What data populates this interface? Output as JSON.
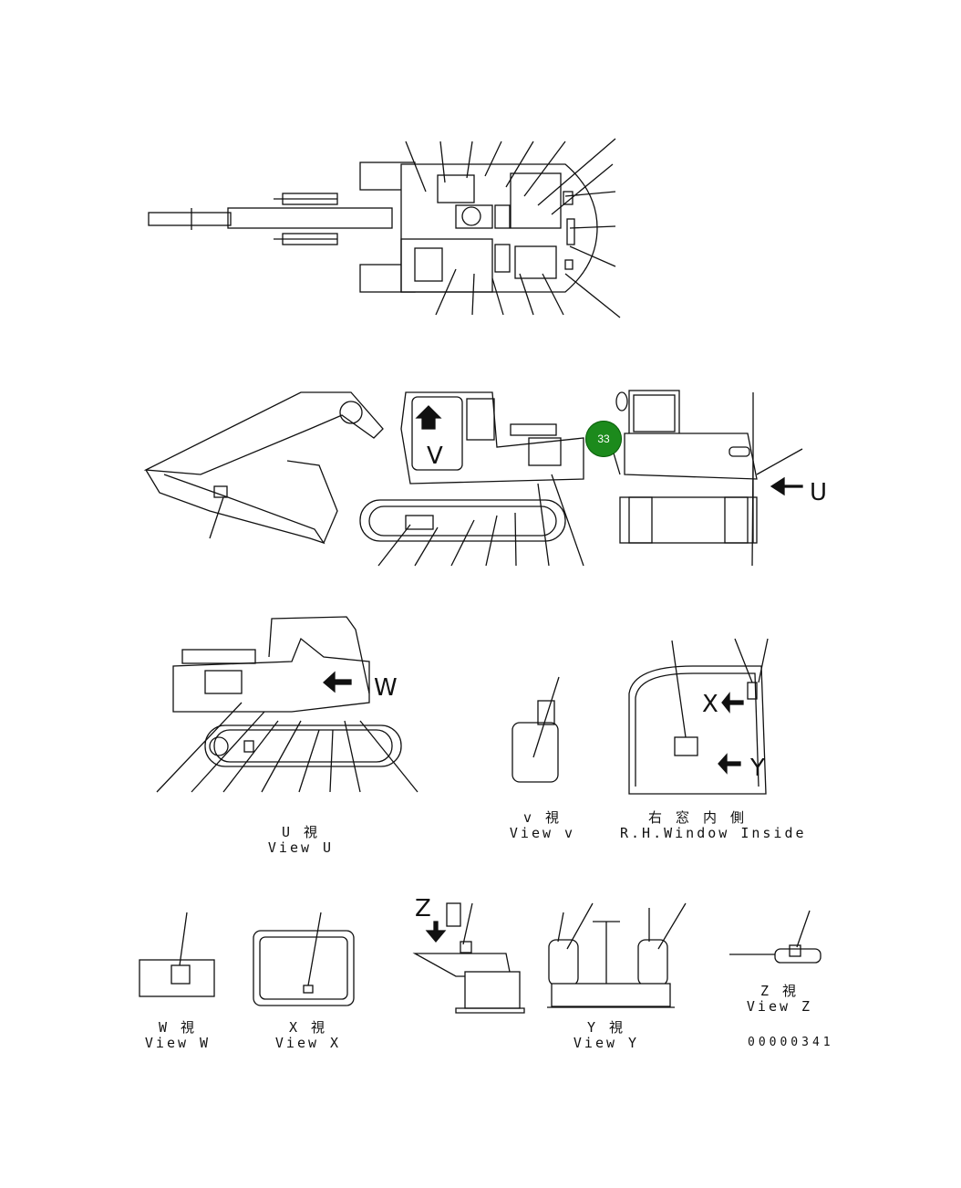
{
  "callout": {
    "number": "33",
    "color": "#1c8a1c"
  },
  "views": {
    "view_u": {
      "jp": "U  視",
      "en": "View U"
    },
    "view_v": {
      "jp": "v  視",
      "en": "View v"
    },
    "rh_window": {
      "jp": "右 窓 内 側",
      "en": "R.H.Window Inside"
    },
    "view_w": {
      "jp": "W  視",
      "en": "View W"
    },
    "view_x": {
      "jp": "X  視",
      "en": "View X"
    },
    "view_y": {
      "jp": "Y  視",
      "en": "View Y"
    },
    "view_z": {
      "jp": "Z  視",
      "en": "View Z"
    }
  },
  "letters": {
    "u": "U",
    "v": "V",
    "w": "W",
    "x": "X",
    "y": "Y",
    "z": "Z"
  },
  "doc_number": "00000341"
}
